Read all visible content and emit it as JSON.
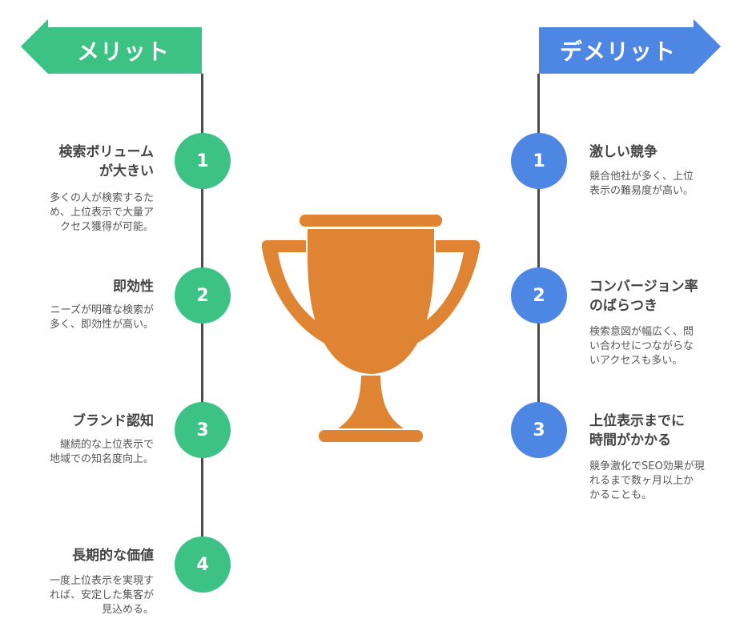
{
  "colors": {
    "merit": "#3cc284",
    "demerit": "#4d86e3",
    "trophy": "#df8432",
    "line": "#4a4a4a"
  },
  "merit": {
    "label": "メリット",
    "items": [
      {
        "number": "1",
        "title_line1": "検索ボリューム",
        "title_line2": "が大きい",
        "desc": [
          "多くの人が検索するた",
          "め、上位表示で大量ア",
          "クセス獲得が可能。"
        ]
      },
      {
        "number": "2",
        "title_line1": "即効性",
        "title_line2": "",
        "desc": [
          "ニーズが明確な検索が",
          "多く、即効性が高い。"
        ]
      },
      {
        "number": "3",
        "title_line1": "ブランド認知",
        "title_line2": "",
        "desc": [
          "継続的な上位表示で",
          "地域での知名度向上。"
        ]
      },
      {
        "number": "4",
        "title_line1": "長期的な価値",
        "title_line2": "",
        "desc": [
          "一度上位表示を実現す",
          "れば、安定した集客が",
          "見込める。"
        ]
      }
    ]
  },
  "demerit": {
    "label": "デメリット",
    "items": [
      {
        "number": "1",
        "title_line1": "激しい競争",
        "title_line2": "",
        "desc": [
          "競合他社が多く、上位",
          "表示の難易度が高い。"
        ]
      },
      {
        "number": "2",
        "title_line1": "コンバージョン率",
        "title_line2": "のばらつき",
        "desc": [
          "検索意図が幅広く、問",
          "い合わせにつながらな",
          "いアクセスも多い。"
        ]
      },
      {
        "number": "3",
        "title_line1": "上位表示までに",
        "title_line2": "時間がかかる",
        "desc": [
          "競争激化でSEO効果が現",
          "れるまで数ヶ月以上か",
          "かることも。"
        ]
      }
    ]
  },
  "center": {
    "icon": "trophy-icon"
  }
}
